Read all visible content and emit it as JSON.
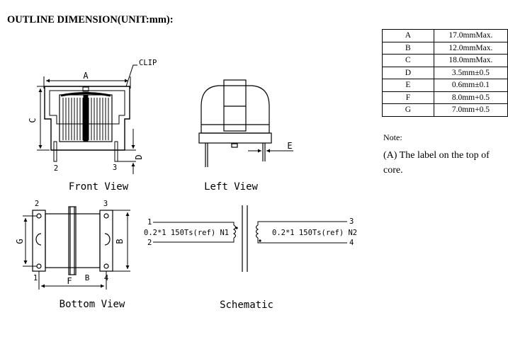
{
  "header": {
    "title": "OUTLINE DIMENSION(UNIT:mm):"
  },
  "dimensions": [
    {
      "key": "A",
      "value": "17.0mmMax."
    },
    {
      "key": "B",
      "value": "12.0mmMax."
    },
    {
      "key": "C",
      "value": "18.0mmMax."
    },
    {
      "key": "D",
      "value": "3.5mm±0.5"
    },
    {
      "key": "E",
      "value": "0.6mm±0.1"
    },
    {
      "key": "F",
      "value": "8.0mm+0.5"
    },
    {
      "key": "G",
      "value": "7.0mm+0.5"
    }
  ],
  "note": {
    "label": "Note:",
    "text": "(A) The label on the top of core."
  },
  "views": {
    "front": "Front View",
    "left": "Left View",
    "bottom": "Bottom View",
    "schematic": "Schematic"
  },
  "front_labels": {
    "a": "A",
    "c": "C",
    "d": "D",
    "clip": "CLIP",
    "pin2": "2",
    "pin3": "3"
  },
  "left_labels": {
    "e": "E"
  },
  "bottom_labels": {
    "g": "G",
    "f": "F",
    "b_bottom": "B",
    "b_side": "B",
    "pin1": "1",
    "pin2": "2",
    "pin3": "3",
    "pin4": "4"
  },
  "schematic": {
    "pin1": "1",
    "pin2": "2",
    "pin3": "3",
    "pin4": "4",
    "winding_left": "0.2*1 150Ts(ref) N1",
    "winding_right": "0.2*1 150Ts(ref) N2"
  }
}
